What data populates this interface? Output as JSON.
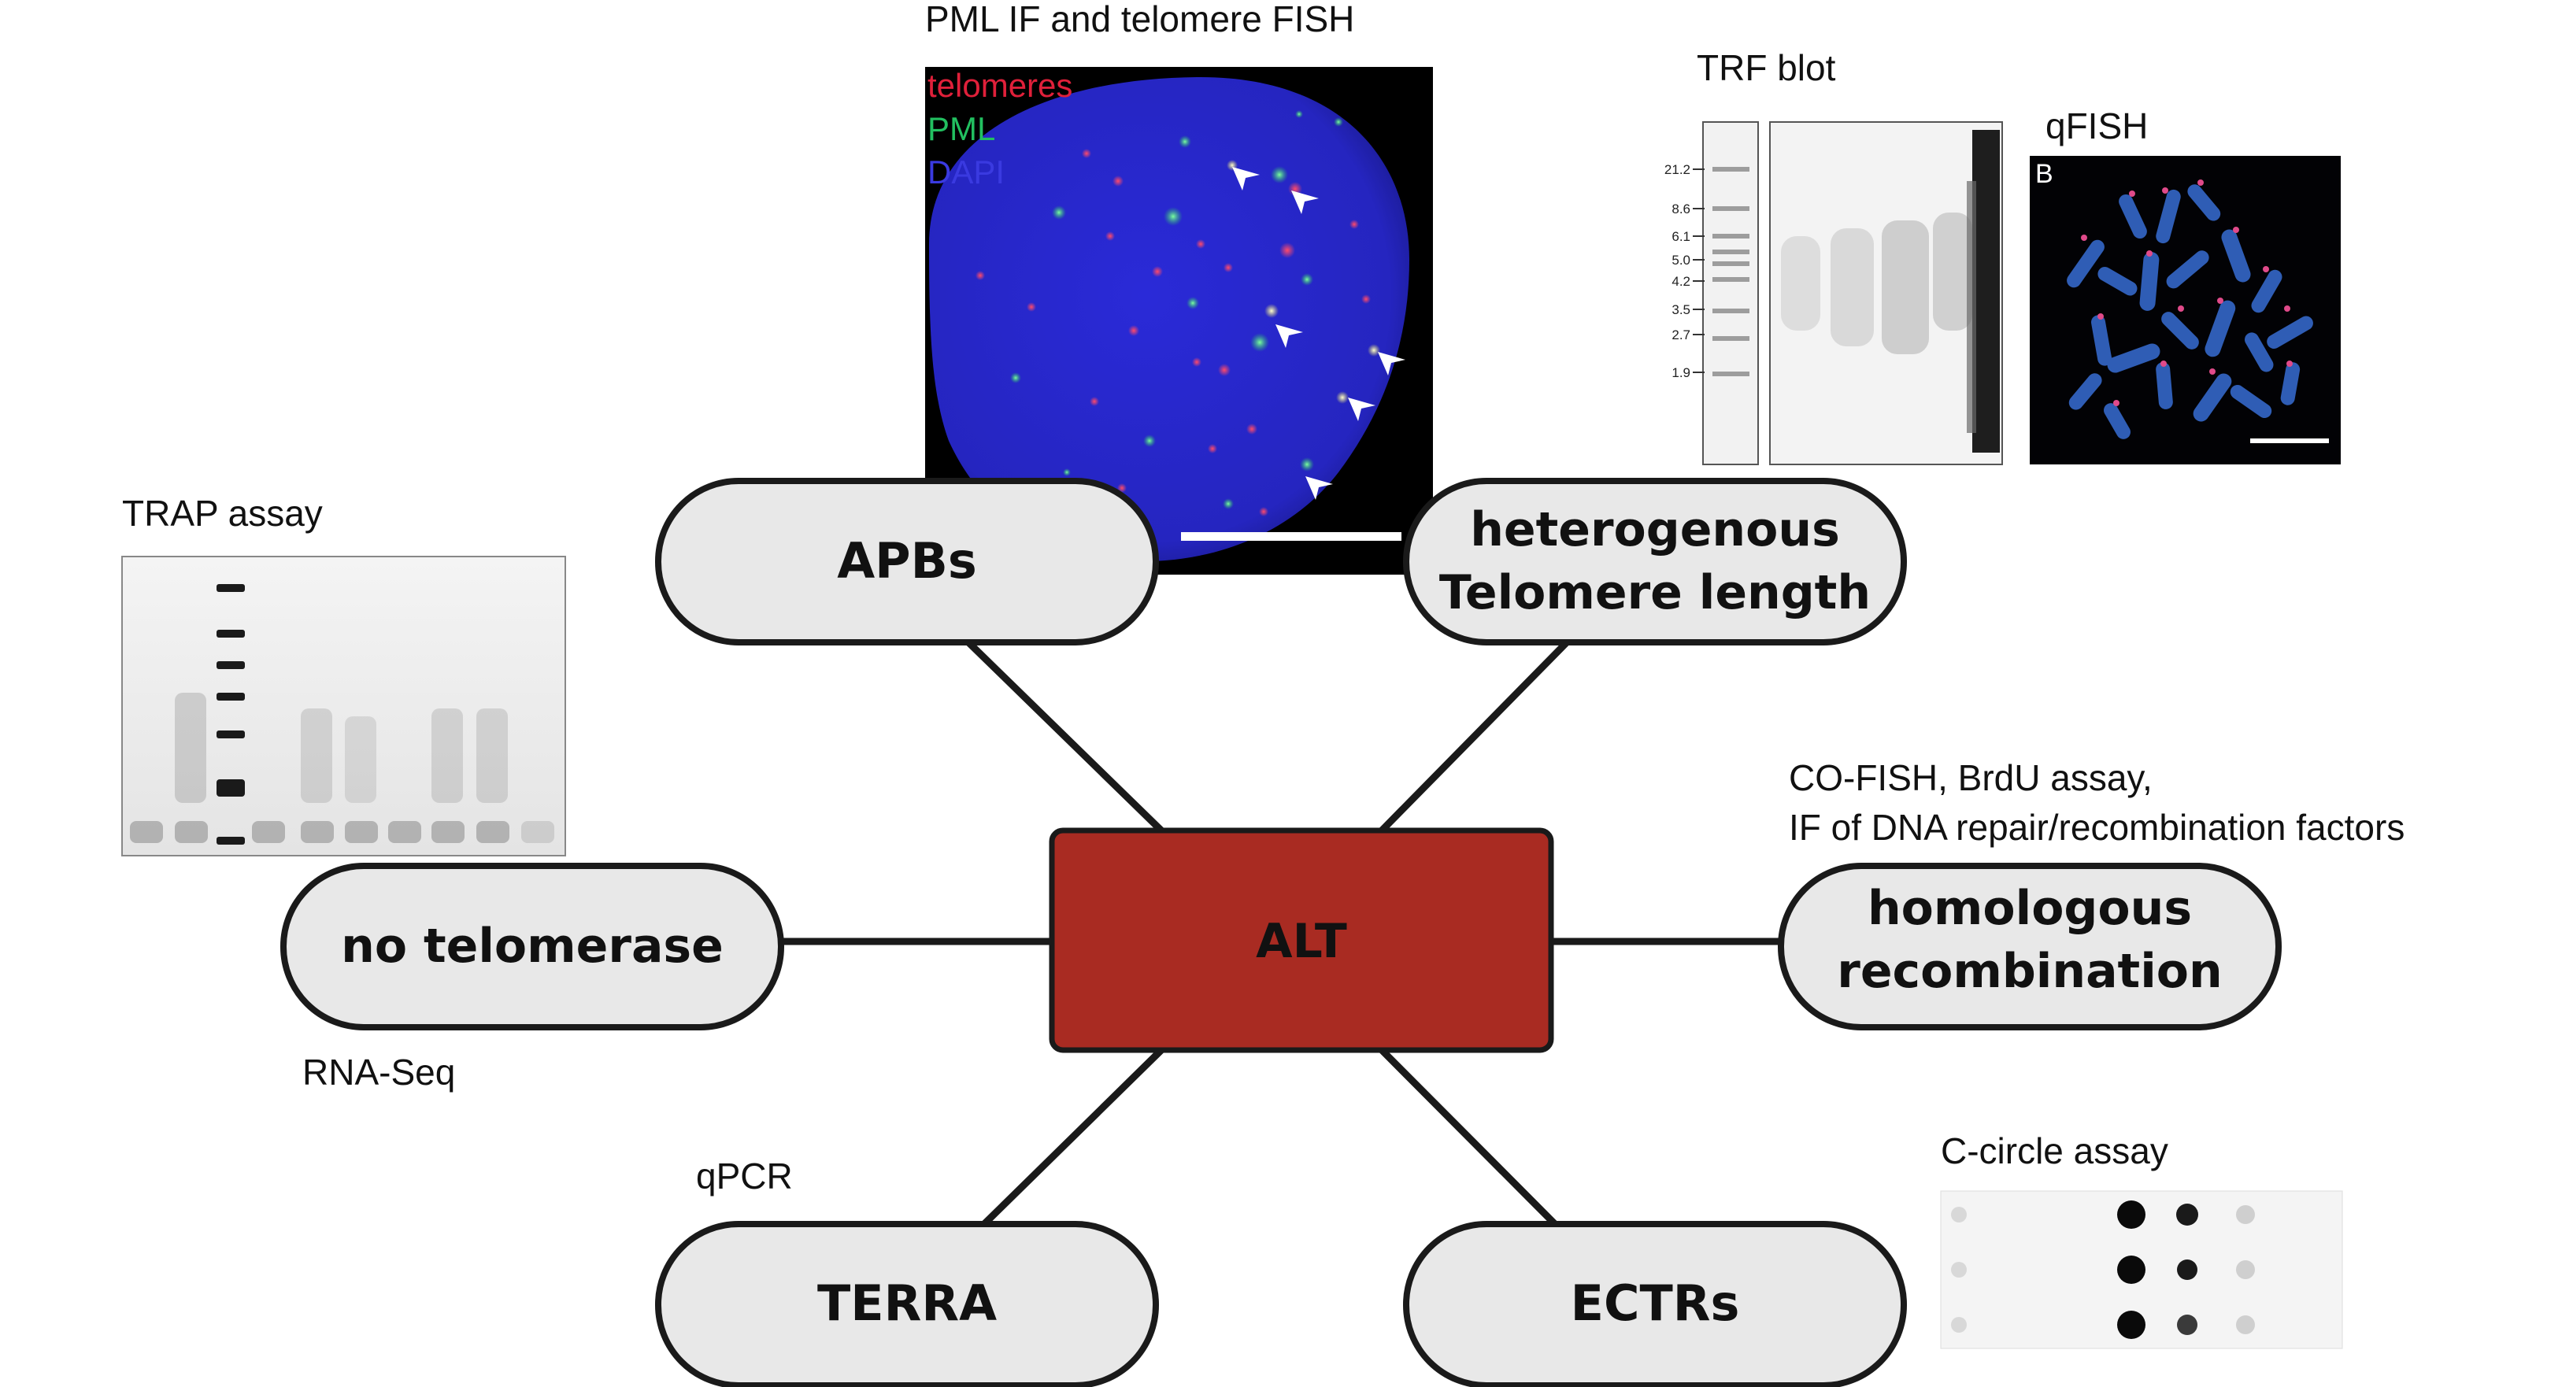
{
  "center": {
    "label": "ALT",
    "fill": "#a92b22"
  },
  "nodes": {
    "apbs": "APBs",
    "telomere_length_line1": "heterogenous",
    "telomere_length_line2": "Telomere length",
    "no_telomerase": "no telomerase",
    "homologous_line1": "homologous",
    "homologous_line2": "recombination",
    "terra": "TERRA",
    "ectrs": "ECTRs"
  },
  "captions": {
    "pml_fish": "PML IF and telomere FISH",
    "trf_blot": "TRF blot",
    "qfish": "qFISH",
    "trap_assay": "TRAP assay",
    "cofish_line1": "CO-FISH, BrdU assay,",
    "cofish_line2": "IF of DNA repair/recombination factors",
    "rna_seq": "RNA-Seq",
    "qpcr": "qPCR",
    "c_circle": "C-circle assay"
  },
  "pml_image": {
    "legend_telomeres": "telomeres",
    "legend_pml": "PML",
    "legend_dapi": "DAPI",
    "color_telomeres": "#e0203a",
    "color_pml": "#22c060",
    "color_dapi": "#3a3ae0"
  },
  "trf_image": {
    "markers": [
      "21.2",
      "8.6",
      "6.1",
      "5.0",
      "4.2",
      "3.5",
      "2.7",
      "1.9"
    ]
  },
  "qfish_image": {
    "panel_label": "B"
  },
  "colors": {
    "pill_fill": "#e8e8e8",
    "pill_stroke": "#1a1a1a",
    "line": "#1a1a1a"
  }
}
